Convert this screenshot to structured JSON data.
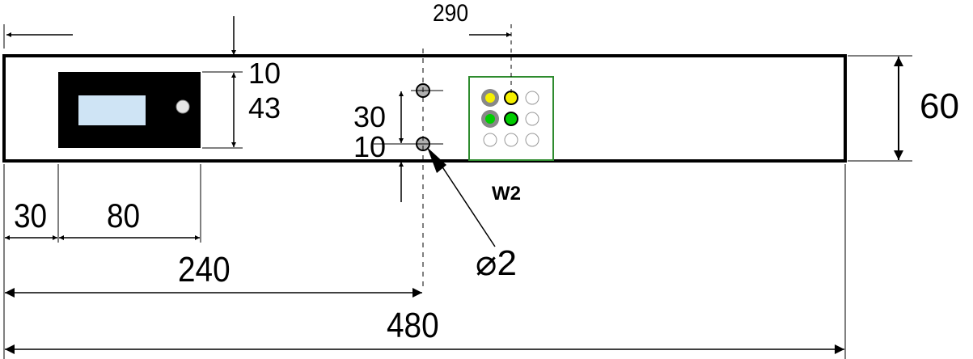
{
  "dimensions": {
    "top_offset": "290",
    "height_10_top": "10",
    "height_43": "43",
    "height_60": "60",
    "left_30": "30",
    "width_80": "80",
    "spacing_30": "30",
    "bottom_10": "10",
    "dist_240": "240",
    "total_480": "480",
    "diameter": "⌀2"
  },
  "labels": {
    "module": "W2"
  },
  "leds": {
    "row1": [
      "yellow",
      "yellow",
      "off"
    ],
    "row2": [
      "green",
      "green",
      "off"
    ],
    "row3": [
      "off",
      "off",
      "off"
    ]
  },
  "colors": {
    "panel_stroke": "#000000",
    "display_body": "#000000",
    "screen": "#cfe4f5",
    "module_border": "#2e8b2e",
    "led_yellow": "#f5f000",
    "led_green": "#00cc00",
    "hole_fill": "#b0b0b0"
  }
}
